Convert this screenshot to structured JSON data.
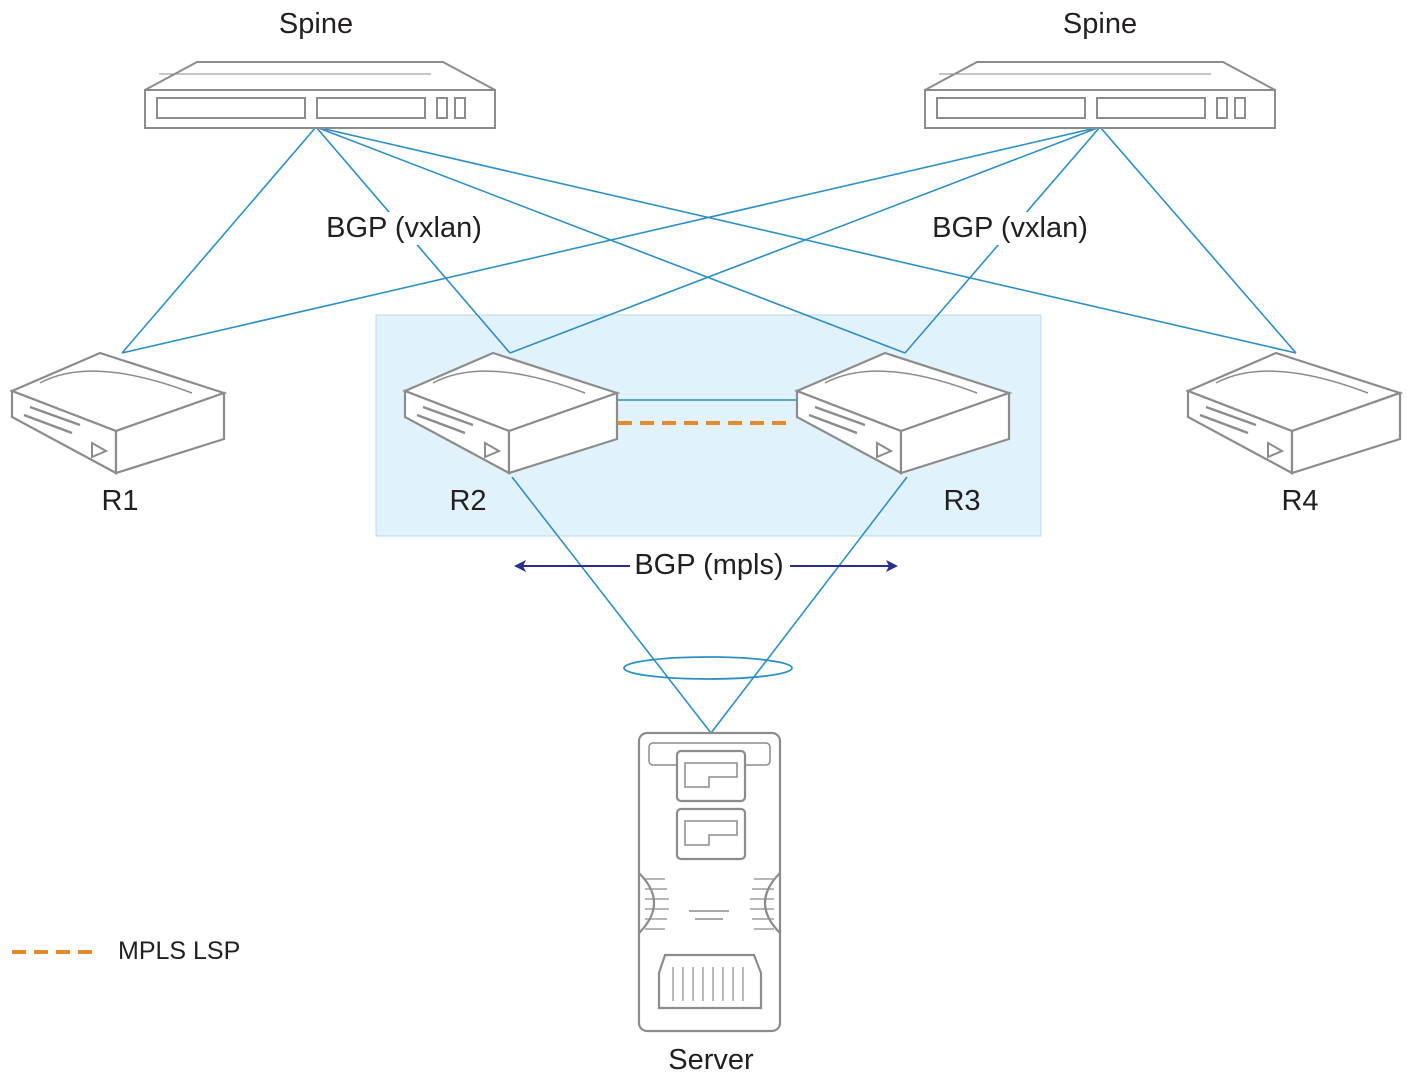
{
  "diagram": {
    "nodes": {
      "spine_left": "Spine",
      "spine_right": "Spine",
      "r1": "R1",
      "r2": "R2",
      "r3": "R3",
      "r4": "R4",
      "server": "Server"
    },
    "edge_labels": {
      "bgp_vxlan_left": "BGP (vxlan)",
      "bgp_vxlan_right": "BGP (vxlan)",
      "bgp_mpls": "BGP (mpls)"
    },
    "legend": {
      "mpls_lsp": "MPLS LSP"
    },
    "colors": {
      "link": "#2e8fc4",
      "mpls_lsp": "#e38a2c",
      "bgp_arrow": "#2b2f8c",
      "highlight_fill": "#e1f2fc",
      "device_stroke": "#8c8c8c"
    }
  }
}
